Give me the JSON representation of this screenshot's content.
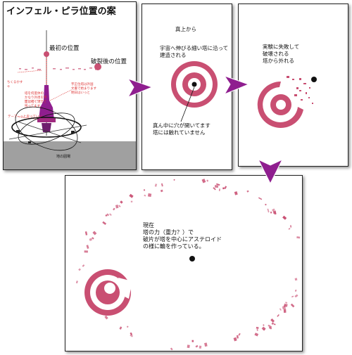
{
  "panel1": {
    "title": "インフェル・ピラ位置の案",
    "label_initial": "最初の位置",
    "label_destroyed": "破裂後の位置",
    "note_left": "ちくるかす",
    "note_left2": "ゃ",
    "note_red_mid_left_1": "塔を何度体の",
    "note_red_mid_left_2": "かなり外周を平",
    "note_red_mid_left_3": "面は軽く消えて",
    "note_red_mid_left_4": "残ってます。",
    "note_red_mid_right_1": "字正位塔は外国",
    "note_red_mid_right_2": "文書で始まります",
    "note_red_mid_right_3": "明日はいっと",
    "note_ground_left": "テーアーっと戻っていい",
    "note_ground": "地の囲場",
    "colors": {
      "accent": "#c94f72",
      "purple": "#8f1e8f",
      "ground": "#a0a0a0"
    }
  },
  "panel2": {
    "header": "真上から",
    "desc": "宇宙へ伸びる細い塔に沿って\n建造される",
    "note": "真ん中に穴が開いてます\n塔には触れていません"
  },
  "panel3": {
    "desc": "実験に失敗して\n破壊される\n塔から外れる"
  },
  "panel4": {
    "desc": "現在\n塔の力（重力？）で\n破片が塔を中心にアステロイド\nの様に輪を作っている。"
  }
}
